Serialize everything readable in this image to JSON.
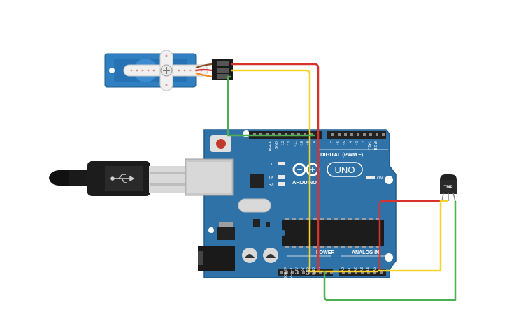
{
  "board": {
    "brand": "ARDUINO",
    "model": "UNO",
    "digital_label": "DIGITAL (PWM ~)",
    "power_label": "POWER",
    "analog_label": "ANALOG IN",
    "led_l": "L",
    "led_tx": "TX",
    "led_rx": "RX",
    "on_label": "ON",
    "top_pins": [
      "AREF",
      "GND",
      "13",
      "12",
      "~11",
      "~10",
      "~9",
      "8",
      "7",
      "~6",
      "~5",
      "4",
      "~3",
      "2",
      "TX▸1",
      "RX◂0"
    ],
    "power_pins": [
      "IOREF",
      "RESET",
      "3.3V",
      "5V",
      "GND",
      "GND",
      "Vin"
    ],
    "analog_pins": [
      "A0",
      "A1",
      "A2",
      "A3",
      "A4",
      "A5"
    ]
  },
  "sensor": {
    "label": "TMP"
  },
  "wire_colors": {
    "red": "#d8322e",
    "yellow": "#f4d22a",
    "green": "#4caf50",
    "brown": "#8a4b1e",
    "orange": "#f08a1c"
  },
  "colors": {
    "board": "#2f72a8",
    "board_edge": "#1f5b8c",
    "header": "#222222",
    "servo": "#2f7fc1"
  }
}
